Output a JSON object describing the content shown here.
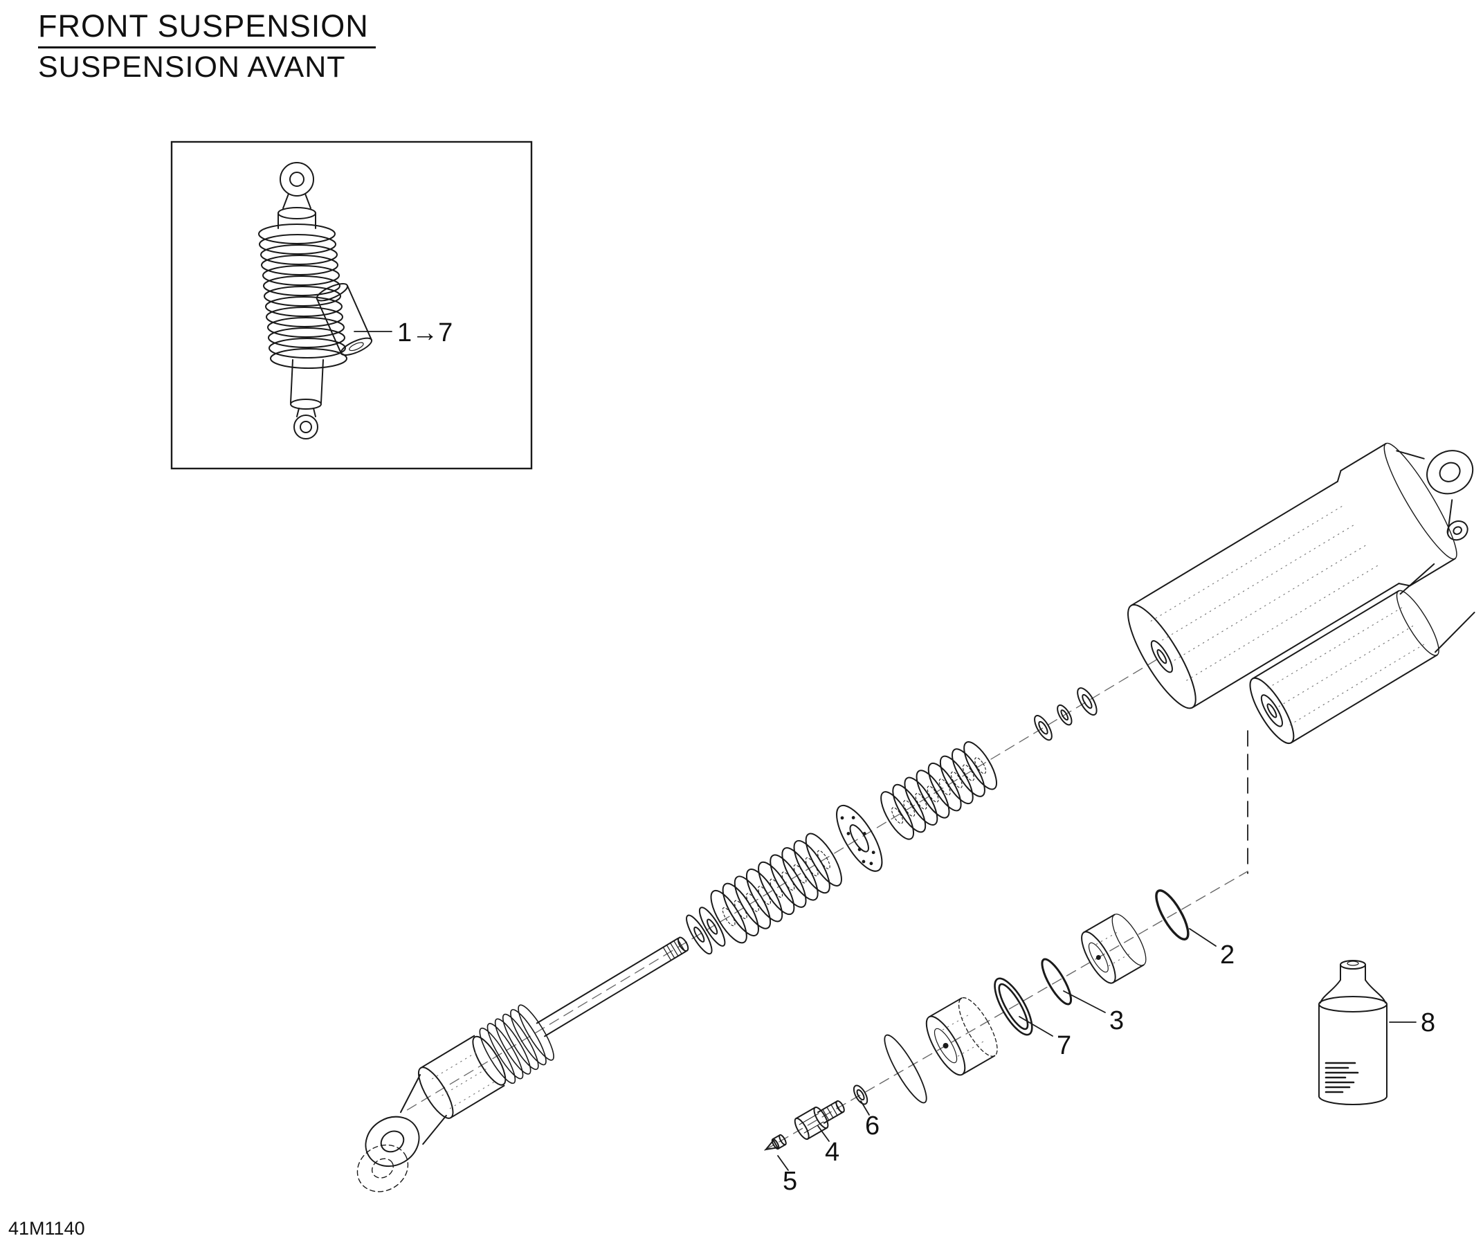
{
  "header": {
    "title": "FRONT SUSPENSION",
    "subtitle": "SUSPENSION AVANT"
  },
  "footer": {
    "document_code": "41M1140"
  },
  "callouts": {
    "inset": "1→7",
    "n2": "2",
    "n3": "3",
    "n4": "4",
    "n5": "5",
    "n6": "6",
    "n7": "7",
    "n8": "8"
  },
  "colors": {
    "ink": "#1a1a1a",
    "background": "#ffffff"
  }
}
